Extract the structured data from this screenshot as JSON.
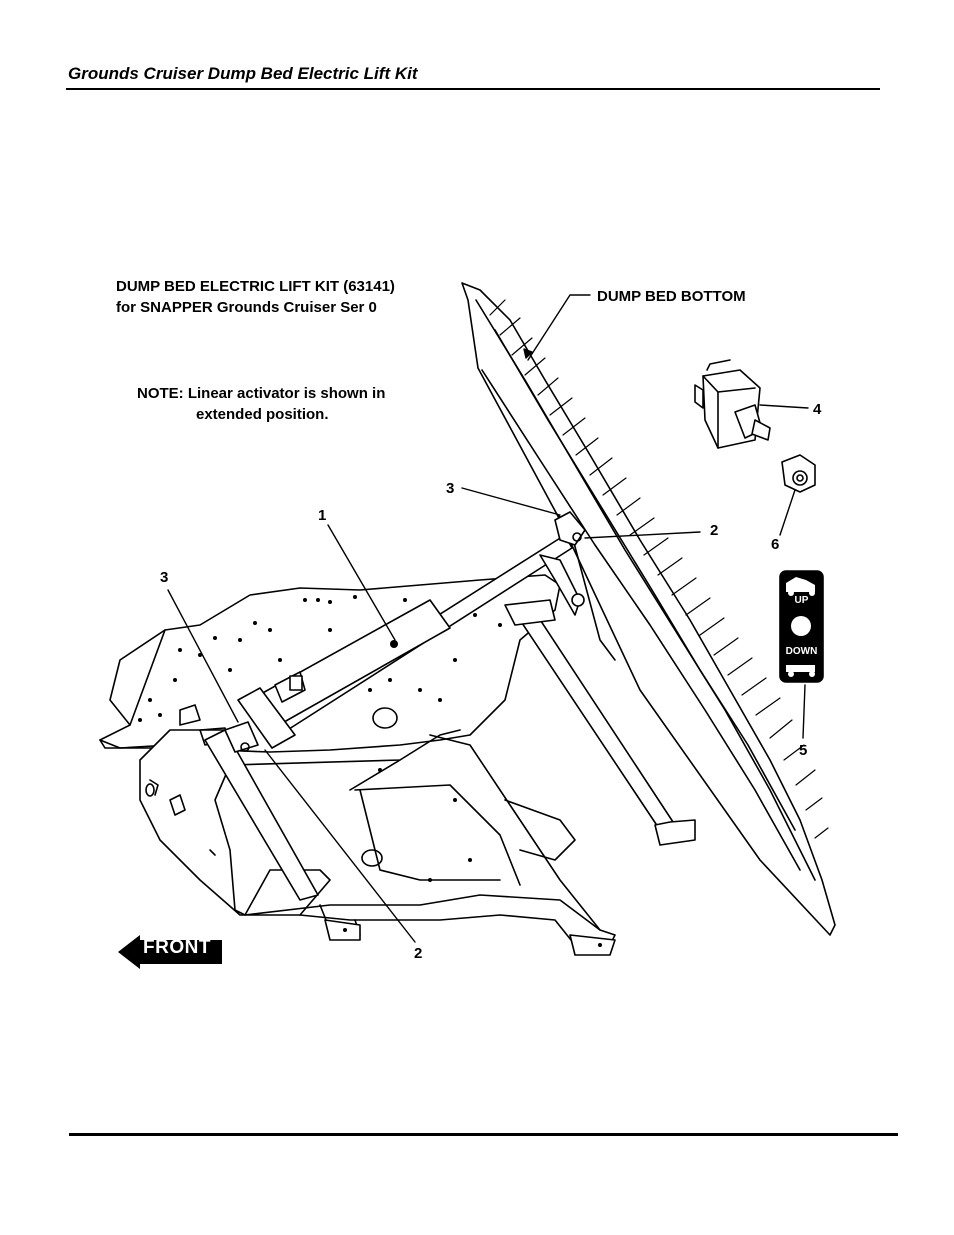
{
  "header": {
    "title": "Grounds Cruiser Dump Bed Electric Lift Kit"
  },
  "diagram": {
    "kit_title_line1": "DUMP BED ELECTRIC LIFT KIT (63141)",
    "kit_title_line2": "for SNAPPER Grounds Cruiser Ser 0",
    "note_line1": "NOTE: Linear activator is shown in",
    "note_line2": "extended position.",
    "dump_bed_label": "DUMP BED BOTTOM",
    "callouts": {
      "c1": "1",
      "c2_upper": "2",
      "c2_lower": "2",
      "c3_upper": "3",
      "c3_left": "3",
      "c4": "4",
      "c5": "5",
      "c6": "6"
    },
    "switch_plate": {
      "up": "UP",
      "down": "DOWN"
    },
    "front_label": "FRONT"
  }
}
